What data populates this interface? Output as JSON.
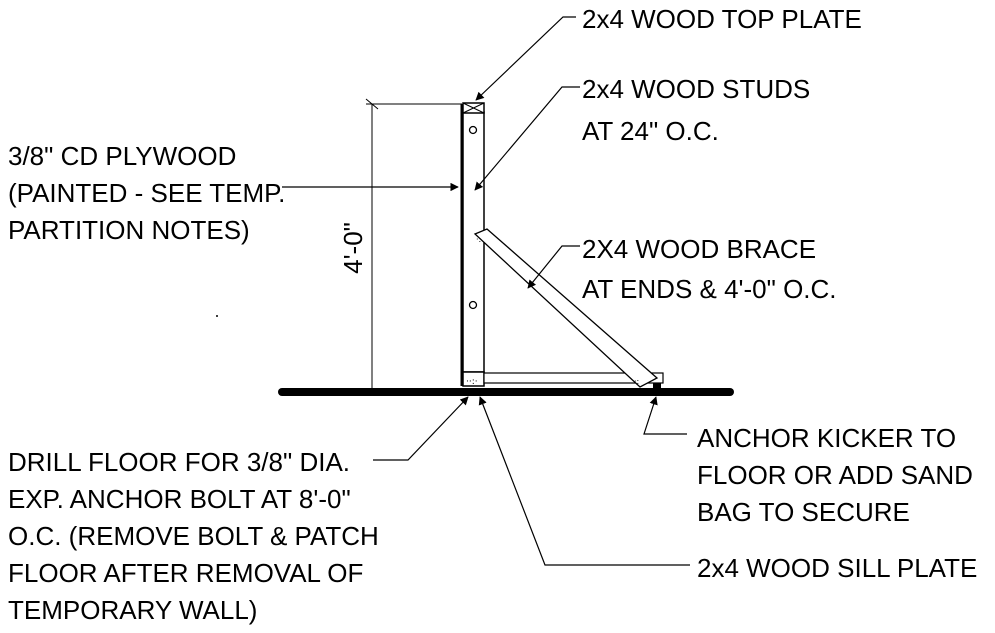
{
  "labels": {
    "top_plate": "2x4 WOOD TOP PLATE",
    "studs_1": "2x4 WOOD STUDS",
    "studs_2": "AT 24\" O.C.",
    "plywood_1": "3/8\" CD PLYWOOD",
    "plywood_2": "(PAINTED - SEE TEMP.",
    "plywood_3": "PARTITION NOTES)",
    "brace_1": "2X4 WOOD BRACE",
    "brace_2": "AT ENDS & 4'-0\" O.C.",
    "height_dim": "4'-0\"",
    "drill_1": "DRILL FLOOR FOR 3/8\" DIA.",
    "drill_2": "EXP. ANCHOR BOLT AT 8'-0\"",
    "drill_3": "O.C. (REMOVE BOLT & PATCH",
    "drill_4": "FLOOR AFTER REMOVAL OF",
    "drill_5": "TEMPORARY WALL)",
    "kicker_1": "ANCHOR KICKER TO",
    "kicker_2": "FLOOR OR ADD SAND",
    "kicker_3": "BAG TO SECURE",
    "sill_plate": "2x4 WOOD SILL PLATE"
  },
  "colors": {
    "ink": "#000000",
    "paper": "#ffffff"
  }
}
